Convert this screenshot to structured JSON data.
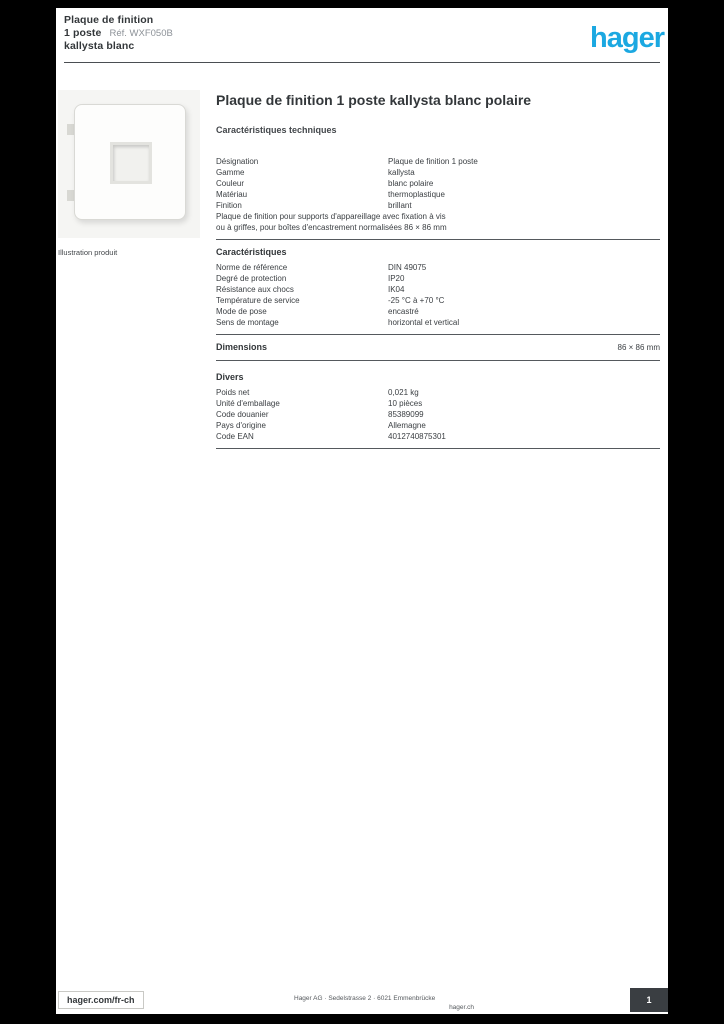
{
  "header": {
    "product_line1": "Plaque de finition",
    "product_line2": "1 poste",
    "product_ref": "Réf. WXF050B",
    "product_line3": "kallysta blanc",
    "logo": "hager"
  },
  "product_image": {
    "caption": "Illustration produit"
  },
  "main": {
    "title": "Plaque de finition 1 poste kallysta blanc polaire",
    "subtitle": "Caractéristiques techniques"
  },
  "specs": {
    "section1": {
      "rows": [
        {
          "label": "Désignation",
          "value": "Plaque de finition 1 poste"
        },
        {
          "label": "Gamme",
          "value": "kallysta"
        },
        {
          "label": "Couleur",
          "value": "blanc polaire"
        },
        {
          "label": "Matériau",
          "value": "thermoplastique"
        },
        {
          "label": "Finition",
          "value": "brillant"
        }
      ],
      "note1": "Plaque de finition pour supports d'appareillage avec fixation à vis",
      "note2": "ou à griffes, pour boîtes d'encastrement normalisées 86 × 86 mm"
    },
    "section2": {
      "title": "Caractéristiques",
      "rows": [
        {
          "label": "Norme de référence",
          "value": "DIN 49075"
        },
        {
          "label": "Degré de protection",
          "value": "IP20"
        },
        {
          "label": "Résistance aux chocs",
          "value": "IK04"
        },
        {
          "label": "Température de service",
          "value": "-25 °C à +70 °C"
        },
        {
          "label": "Mode de pose",
          "value": "encastré"
        },
        {
          "label": "Sens de montage",
          "value": "horizontal et vertical"
        }
      ]
    },
    "section3": {
      "title": "Dimensions",
      "value": "86 × 86 mm"
    },
    "section4": {
      "title": "Divers",
      "rows": [
        {
          "label": "Poids net",
          "value": "0,021 kg"
        },
        {
          "label": "Unité d'emballage",
          "value": "10 pièces"
        },
        {
          "label": "Code douanier",
          "value": "85389099"
        },
        {
          "label": "Pays d'origine",
          "value": "Allemagne"
        },
        {
          "label": "Code EAN",
          "value": "4012740875301"
        }
      ]
    }
  },
  "footer": {
    "website": "hager.com/fr-ch",
    "address_line1": "Hager AG · Sedelstrasse 2 · 6021 Emmenbrücke",
    "address_line2": "hager.ch",
    "page_tab": "1"
  }
}
